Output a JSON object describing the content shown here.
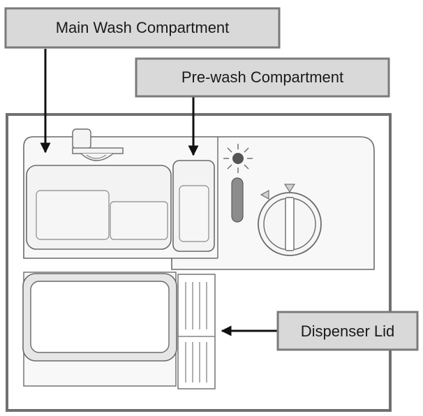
{
  "labels": {
    "main_wash": "Main Wash Compartment",
    "pre_wash": "Pre-wash Compartment",
    "dispenser_lid": "Dispenser Lid"
  },
  "colors": {
    "label_fill": "#d9d9d9",
    "label_border": "#7a7a7a",
    "panel_fill": "#f7f7f7",
    "outline": "#6a6a6a",
    "indicator_fill": "#8c8c8c",
    "arrow": "#111111"
  },
  "icons": {
    "indicator_light": "sun-burst-icon",
    "dial": "dial-knob-icon"
  }
}
